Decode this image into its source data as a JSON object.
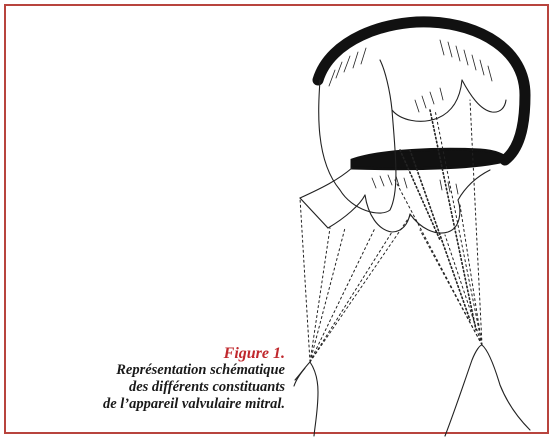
{
  "caption": {
    "figure_label": "Figure 1.",
    "lines": [
      "Représentation schématique",
      "des différents constituants",
      "de l’appareil valvulaire mitral."
    ]
  },
  "colors": {
    "frame": "#b8443e",
    "figure_label": "#c0282d",
    "ink": "#1a1a1a"
  }
}
